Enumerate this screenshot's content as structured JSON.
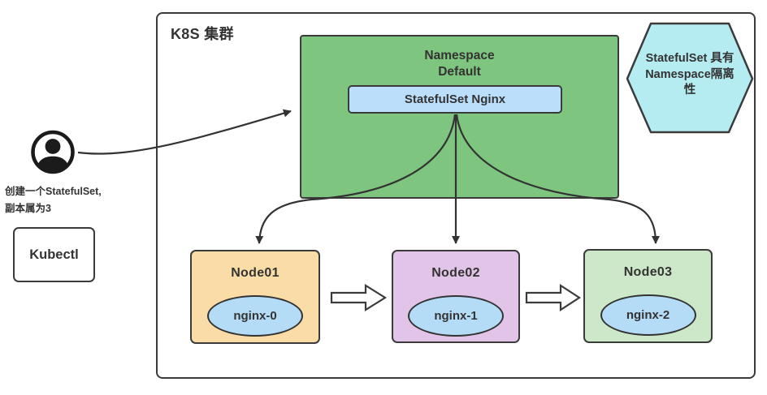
{
  "colors": {
    "border": "#3b3b3b",
    "text": "#333333",
    "namespace_fill": "#7ec57f",
    "statefulset_fill": "#bbdefb",
    "hexagon_fill": "#b5ecf2",
    "node01_fill": "#fadca6",
    "node02_fill": "#e2c4e9",
    "node03_fill": "#cde8c8",
    "pod_fill": "#b4dcf6",
    "block_arrow_fill": "#ffffff"
  },
  "cluster": {
    "title": "K8S 集群"
  },
  "namespace": {
    "line1": "Namespace",
    "line2": "Default",
    "statefulset_label": "StatefulSet Nginx"
  },
  "hexagon": {
    "lines": [
      "StatefulSet 具有",
      "Namespace隔离",
      "性"
    ]
  },
  "actor": {
    "icon": "user-icon",
    "caption_line1": "创建一个StatefulSet,",
    "caption_line2": "副本属为3",
    "tool_label": "Kubectl"
  },
  "nodes": [
    {
      "label": "Node01",
      "pod": "nginx-0"
    },
    {
      "label": "Node02",
      "pod": "nginx-1"
    },
    {
      "label": "Node03",
      "pod": "nginx-2"
    }
  ]
}
